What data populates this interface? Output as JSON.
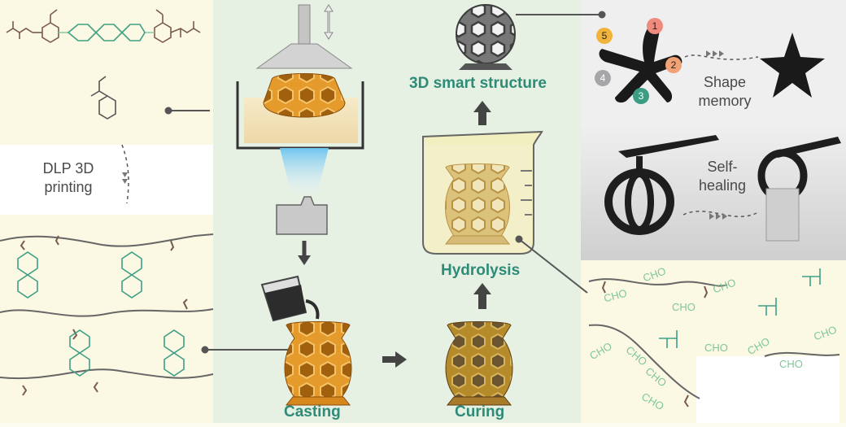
{
  "labels": {
    "dlp_printing": [
      "DLP 3D",
      "printing"
    ],
    "smart_structure": "3D smart structure",
    "hydrolysis": "Hydrolysis",
    "casting": "Casting",
    "curing": "Curing",
    "shape_memory": [
      "Shape",
      "memory"
    ],
    "self_healing": [
      "Self-",
      "healing"
    ]
  },
  "badges": [
    {
      "text": "1",
      "color": "#ee8a7e"
    },
    {
      "text": "2",
      "color": "#f3a276"
    },
    {
      "text": "3",
      "color": "#3b9d83"
    },
    {
      "text": "4",
      "color": "#a5a5aa"
    },
    {
      "text": "5",
      "color": "#f0b43a"
    }
  ],
  "cho_labels": [
    "CHO",
    "CHO",
    "CHO",
    "CHO",
    "CHO",
    "CHO",
    "CHO",
    "CHO",
    "CHO",
    "CHO",
    "CHO",
    "CHO"
  ],
  "colors": {
    "left_panel": "#fbf8e6",
    "center_panel": "#e5f1e5",
    "teal": "#2e8b77",
    "mint": "#8fcfa3",
    "amber": "#e39a2a",
    "brown": "#7a5a48"
  }
}
